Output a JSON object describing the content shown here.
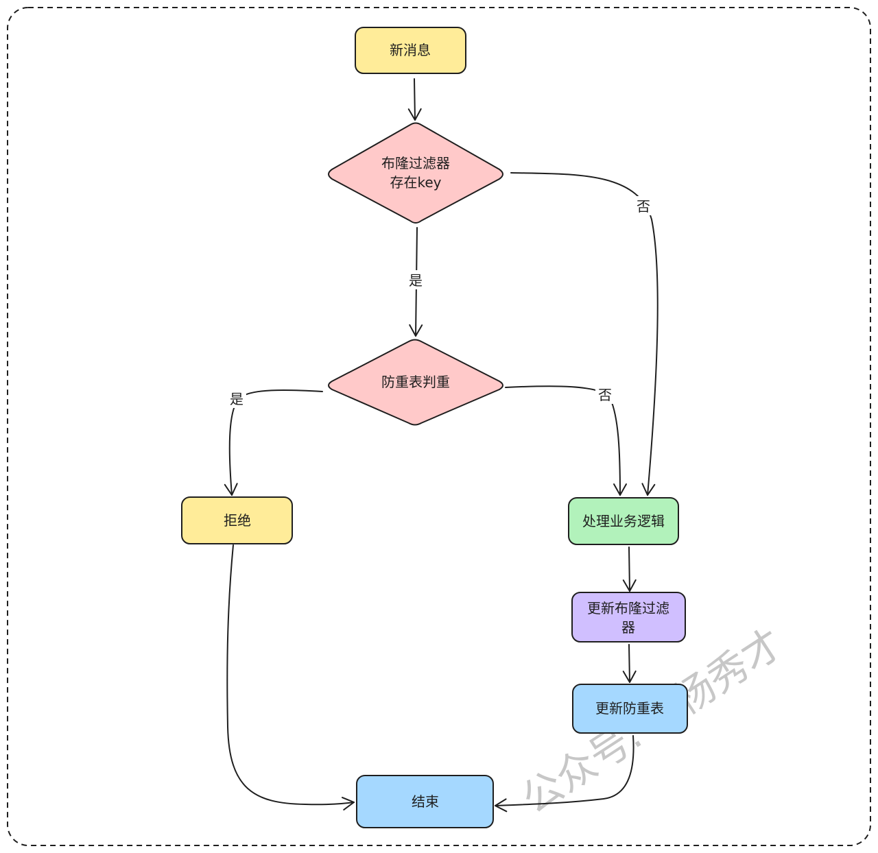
{
  "diagram": {
    "colors": {
      "yellow": "#ffec99",
      "pink": "#ffc9c9",
      "green": "#b2f2bb",
      "purple": "#d0bfff",
      "blue": "#a5d8ff",
      "stroke": "#1e1e1e"
    },
    "nodes": {
      "new_message": "新消息",
      "bloom_check_line1": "布隆过滤器",
      "bloom_check_line2": "存在key",
      "dedup_check": "防重表判重",
      "reject": "拒绝",
      "process": "处理业务逻辑",
      "update_bloom_line1": "更新布隆过滤",
      "update_bloom_line2": "器",
      "update_dedup": "更新防重表",
      "end": "结束"
    },
    "edge_labels": {
      "bloom_yes": "是",
      "bloom_no": "否",
      "dedup_yes": "是",
      "dedup_no": "否"
    },
    "watermark": "公众号: IT杨秀才"
  }
}
